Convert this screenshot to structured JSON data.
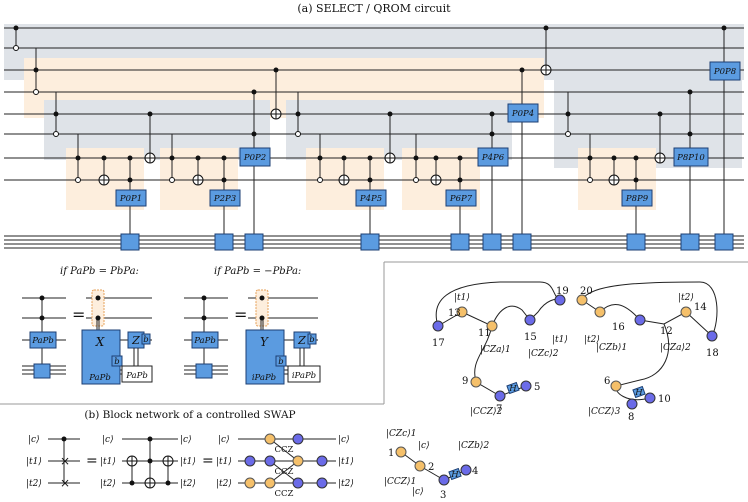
{
  "title": "(a) SELECT / QROM circuit",
  "qrom_labels": [
    {
      "text": "P0P8"
    },
    {
      "text": "P0P4"
    },
    {
      "text": "P0P2"
    },
    {
      "text": "P8P10"
    },
    {
      "text": "P4P6"
    },
    {
      "text": "P0P1"
    },
    {
      "text": "P2P3"
    },
    {
      "text": "P4P5"
    },
    {
      "text": "P6P7"
    },
    {
      "text": "P8P9"
    }
  ],
  "rules": {
    "commute_title": "if PaPb = PbPa:",
    "anticommute_title": "if PaPb = −PbPa:",
    "box_PaPb": "PaPb",
    "box_X": "X",
    "box_Z": "Z",
    "box_Y": "Y",
    "box_bottom_commute": "PaPb",
    "box_bottom_anti": "iPaPb",
    "small_label_X": "b",
    "small_label_Z": "b",
    "small_label_Y": "b",
    "small_label_Z2": "b"
  },
  "swap": {
    "caption": "(b) Block network of a controlled SWAP",
    "in_labels": [
      "|c⟩",
      "|t1⟩",
      "|t2⟩"
    ],
    "mid_labels_left": [
      "|c⟩",
      "|t1⟩",
      "|t2⟩"
    ],
    "mid_labels_right": [
      "|c⟩",
      "|t1⟩",
      "|t2⟩"
    ],
    "right_labels_left": [
      "|c⟩",
      "|t1⟩",
      "|t2⟩"
    ],
    "right_labels_right": [
      "|c⟩",
      "|t1⟩",
      "|t2⟩"
    ],
    "ccz": [
      "CCZ",
      "CCZ",
      "CCZ"
    ]
  },
  "network": {
    "labels": [
      "|t1⟩",
      "|t1⟩",
      "|t2⟩",
      "|t2⟩",
      "|CZa⟩1",
      "|CCZ⟩2",
      "|CZc⟩2",
      "|CZb⟩1",
      "|CCZ⟩3",
      "|CZa⟩2"
    ],
    "numbers": [
      "17",
      "13",
      "11",
      "15",
      "19",
      "20",
      "16",
      "12",
      "14",
      "18",
      "9",
      "7",
      "5",
      "6",
      "8",
      "10"
    ],
    "h": "H"
  },
  "network2": {
    "labels": [
      "|CZc⟩1",
      "|CCZ⟩1",
      "|c⟩",
      "|c⟩",
      "|CZb⟩2"
    ],
    "numbers": [
      "1",
      "2",
      "3",
      "4"
    ],
    "h": "H"
  },
  "colors": {
    "gray_band": "#dfe3e8",
    "orange_band": "#fdeedd",
    "blue_box": "#5b9be0",
    "node_blue": "#6b6be8",
    "node_orange": "#f5c06a"
  }
}
